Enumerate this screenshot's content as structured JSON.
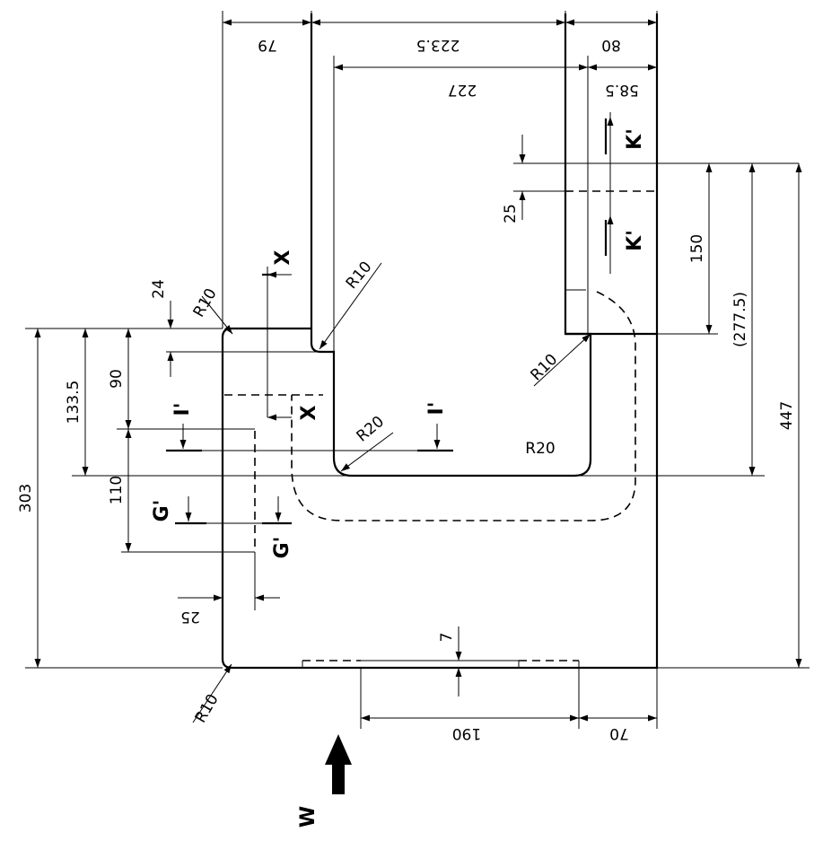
{
  "dimensions": {
    "d79": "79",
    "d223_5": "223.5",
    "d80": "80",
    "d227": "227",
    "d58_5": "58.5",
    "d25_top": "25",
    "d150": "150",
    "d277_5": "(277.5)",
    "d447": "447",
    "d303": "303",
    "d133_5": "133.5",
    "d90": "90",
    "d24": "24",
    "d110": "110",
    "d25_left": "25",
    "d7": "7",
    "d190": "190",
    "d70": "70"
  },
  "radii": {
    "r10_top_left": "R10",
    "r10_notch": "R10",
    "r10_right": "R10",
    "r20_inner": "R20",
    "r20_outer": "R20",
    "r10_bottom": "R10"
  },
  "section_labels": {
    "x_top": "X",
    "x_bottom": "X",
    "i_left": "I'",
    "i_right": "I'",
    "g_left": "G'",
    "g_right": "G'",
    "k_top": "K'",
    "k_bottom": "K'"
  },
  "view_label": "W"
}
